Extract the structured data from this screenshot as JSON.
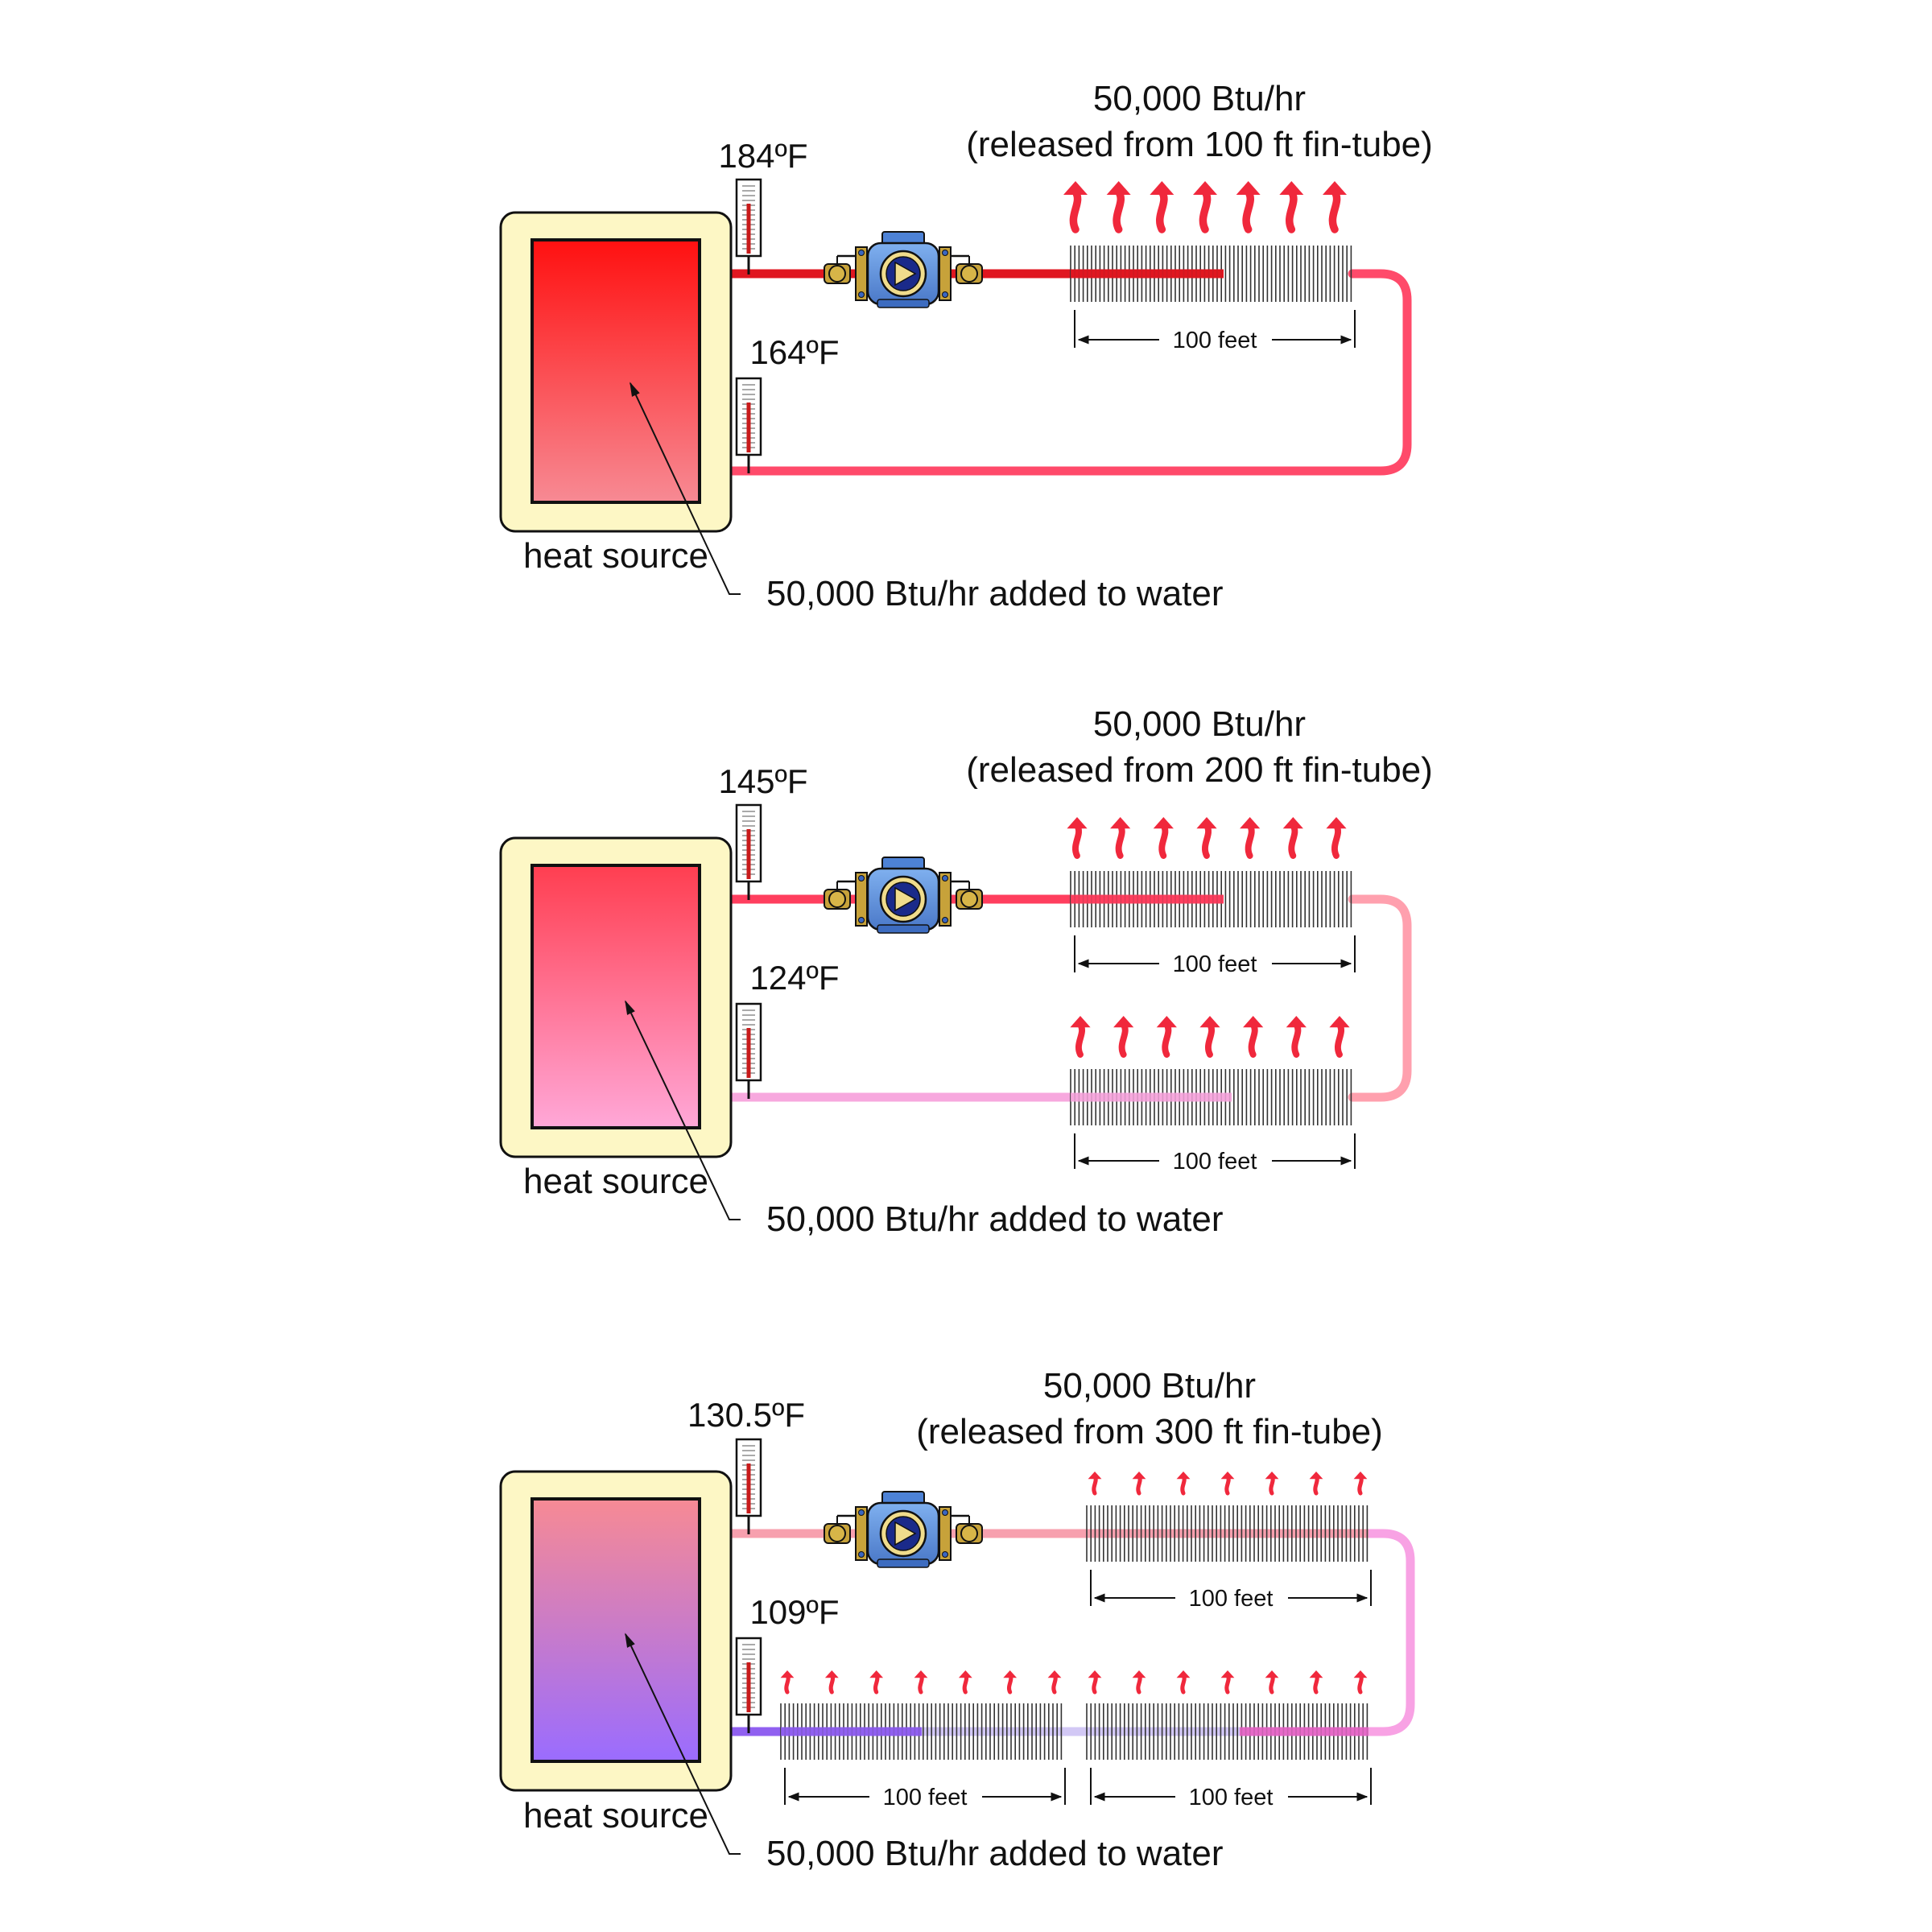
{
  "diagrams": [
    {
      "id": "d1",
      "supply_temp": "184ºF",
      "return_temp": "164ºF",
      "release_line1": "50,000 Btu/hr",
      "release_line2": "(released from 100 ft fin-tube)",
      "heat_source_label": "heat source",
      "added_label": "50,000 Btu/hr added to water",
      "segments": [
        {
          "label": "100 feet"
        }
      ],
      "colors": {
        "source_top": "#ff1010",
        "source_bottom": "#f78a94",
        "supply": "#e01620",
        "return": "#ff4a6a",
        "loop": "#ff4a6a"
      }
    },
    {
      "id": "d2",
      "supply_temp": "145ºF",
      "return_temp": "124ºF",
      "release_line1": "50,000 Btu/hr",
      "release_line2": "(released from 200 ft fin-tube)",
      "heat_source_label": "heat source",
      "added_label": "50,000 Btu/hr added to water",
      "segments": [
        {
          "label": "100 feet"
        },
        {
          "label": "100 feet"
        }
      ],
      "colors": {
        "source_top": "#ff3e50",
        "source_bottom": "#ffa8d8",
        "supply": "#ff3e5e",
        "return": "#f7a8de",
        "loop": "#ffa0ae"
      }
    },
    {
      "id": "d3",
      "supply_temp": "130.5ºF",
      "return_temp": "109ºF",
      "release_line1": "50,000 Btu/hr",
      "release_line2": "(released from 300 ft fin-tube)",
      "heat_source_label": "heat source",
      "added_label": "50,000 Btu/hr added to water",
      "segments": [
        {
          "label": "100 feet"
        },
        {
          "label": "100 feet"
        },
        {
          "label": "100 feet"
        }
      ],
      "colors": {
        "source_top": "#f78a94",
        "source_bottom": "#9a6cff",
        "supply": "#f7a0ae",
        "return": "#9060f0",
        "loop": "#f8a2e4"
      }
    }
  ]
}
